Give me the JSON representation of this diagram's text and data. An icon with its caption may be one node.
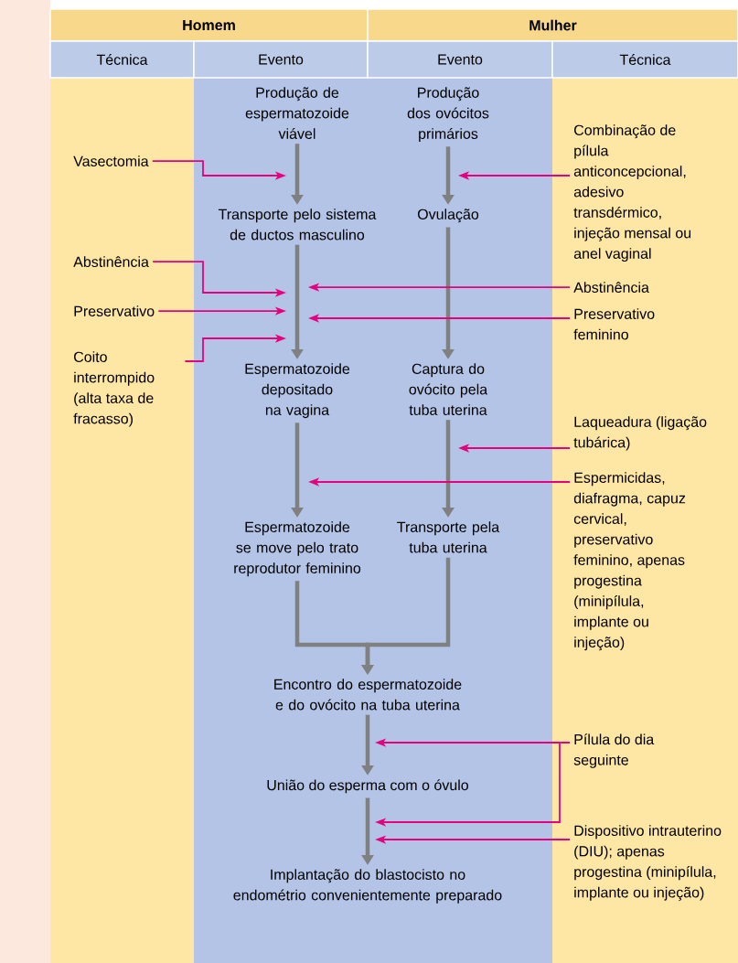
{
  "diagram": {
    "nodes": [
      {
        "text": [
          "Produção de espermatozoide viável"
        ]
      },
      {
        "text": [
          "Produção dos ovócitos primários"
        ]
      },
      {
        "text": [
          "Vasectomia"
        ]
      },
      {
        "text": [
          "Combinação de pílula anticoncepcional, adesivo transdérmico, injeção mensal ou anel vaginal"
        ]
      },
      {
        "text": [
          "Transporte pelo sistema de ductos masculino"
        ]
      },
      {
        "text": [
          "Ovulação"
        ]
      },
      {
        "text": [
          "Abstinência"
        ]
      },
      {
        "text": [
          "Abstinência"
        ]
      },
      {
        "text": [
          "Preservativo"
        ]
      },
      {
        "text": [
          "Preservativo feminino"
        ]
      },
      {
        "text": [
          "Coito interrompido (alta taxa de fracasso)"
        ]
      },
      {
        "text": [
          "Espermatozoide depositado na vagina"
        ]
      },
      {
        "text": [
          "Captura do ovócito pela tuba uterina"
        ]
      },
      {
        "text": [
          "Laqueadura (ligação tubárica)"
        ]
      },
      {
        "text": [
          "Espermicidas, diafragma, capuz cervical, preservativo feminino, apenas progestina (minipílula, implante ou injeção)"
        ]
      },
      {
        "text": [
          "Espermatozoide se move pelo trato reprodutor feminino"
        ]
      },
      {
        "text": [
          "Transporte pela tuba uterina"
        ]
      },
      {
        "text": [
          "Encontro do espermatozoide e do ovócito na tuba uterina"
        ]
      },
      {
        "text": [
          "Pílula do dia seguinte"
        ]
      },
      {
        "text": [
          "União do esperma com o óvulo"
        ]
      },
      {
        "text": [
          "Dispositivo intrauterino (DIU); apenas progestina (minipílula, implante ou injeção)"
        ]
      },
      {
        "text": [
          "Implantação do blastocisto no endométrio convenientemente preparado"
        ]
      }
    ],
    "edges": [
      {
        "from": 0,
        "to": 4,
        "arrow": "to",
        "style": "thick",
        "color": "#808080"
      },
      {
        "from": 1,
        "to": 5,
        "arrow": "to",
        "style": "thick",
        "color": "#808080"
      },
      {
        "from": 2,
        "to": null,
        "arrow": "to",
        "color": "#e6007e"
      },
      {
        "from": 3,
        "to": null,
        "arrow": "to",
        "color": "#e6007e"
      },
      {
        "from": 4,
        "to": 11,
        "arrow": "to",
        "style": "thick",
        "color": "#808080"
      },
      {
        "from": 5,
        "to": 12,
        "arrow": "to",
        "style": "thick",
        "color": "#808080"
      },
      {
        "from": 6,
        "to": null,
        "arrow": "to",
        "color": "#e6007e"
      },
      {
        "from": 7,
        "to": null,
        "arrow": "to",
        "color": "#e6007e"
      },
      {
        "from": 8,
        "to": null,
        "arrow": "to",
        "color": "#e6007e"
      },
      {
        "from": 9,
        "to": null,
        "arrow": "to",
        "color": "#e6007e"
      },
      {
        "from": 10,
        "to": null,
        "arrow": "to",
        "color": "#e6007e"
      },
      {
        "from": 11,
        "to": 15,
        "arrow": "to",
        "style": "thick",
        "color": "#808080"
      },
      {
        "from": 12,
        "to": 16,
        "arrow": "to",
        "style": "thick",
        "color": "#808080"
      },
      {
        "from": 13,
        "to": null,
        "arrow": "to",
        "color": "#e6007e"
      },
      {
        "from": 14,
        "to": null,
        "arrow": "to",
        "color": "#e6007e"
      },
      {
        "from": 15,
        "to": 17,
        "arrow": "to",
        "style": "thick",
        "color": "#808080"
      },
      {
        "from": 16,
        "to": 17,
        "arrow": "to",
        "style": "thick",
        "color": "#808080"
      },
      {
        "from": 17,
        "to": 19,
        "arrow": "to",
        "style": "thick",
        "color": "#808080"
      },
      {
        "from": 18,
        "to": null,
        "arrow": "to",
        "color": "#e6007e"
      },
      {
        "from": 18,
        "to": null,
        "arrow": "to",
        "color": "#e6007e"
      },
      {
        "from": 19,
        "to": 21,
        "arrow": "to",
        "style": "thick",
        "color": "#808080"
      },
      {
        "from": 20,
        "to": null,
        "arrow": "to",
        "color": "#e6007e"
      }
    ],
    "labels": [
      "Homem",
      "Mulher",
      "Técnica",
      "Evento",
      "Evento",
      "Técnica"
    ]
  }
}
